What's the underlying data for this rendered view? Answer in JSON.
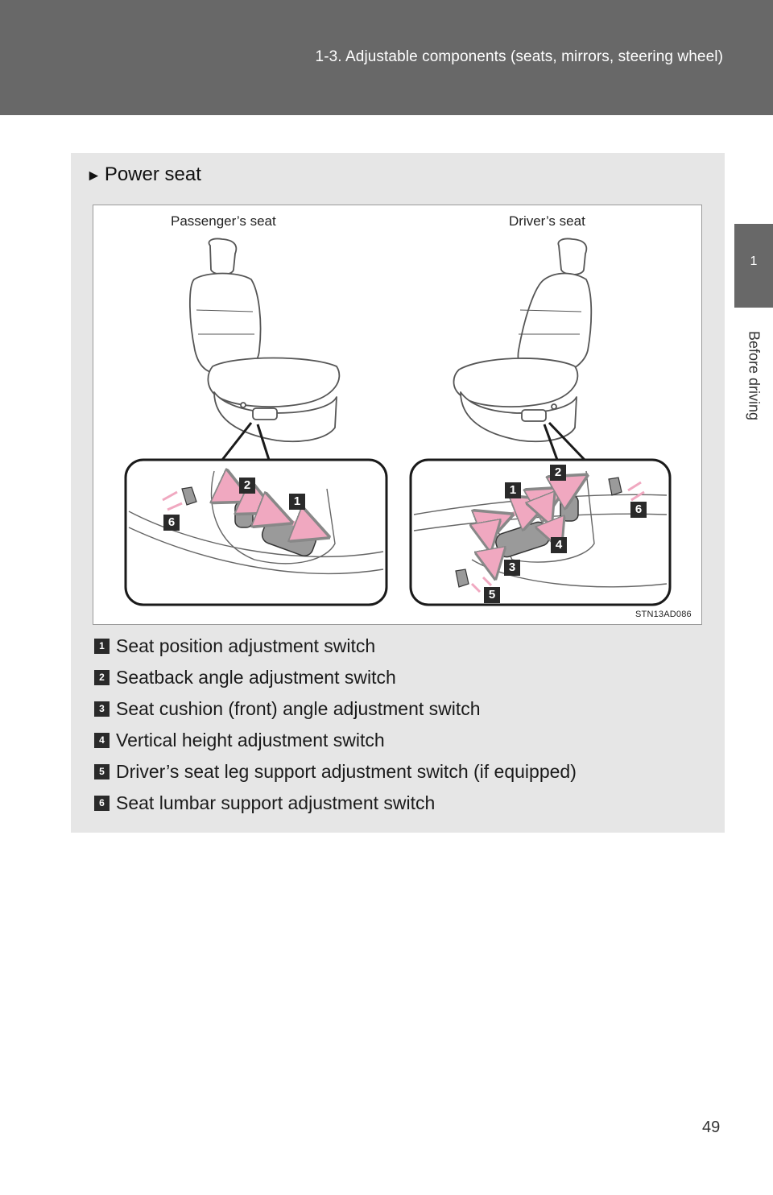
{
  "header": {
    "title": "1-3. Adjustable components (seats, mirrors, steering wheel)"
  },
  "side_tab": {
    "number": "1",
    "label": "Before driving"
  },
  "section": {
    "title": "Power seat"
  },
  "figure": {
    "left_label": "Passenger’s seat",
    "right_label": "Driver’s seat",
    "code": "STN13AD086",
    "callouts": {
      "passenger": [
        "2",
        "1",
        "6"
      ],
      "driver": [
        "2",
        "1",
        "6",
        "4",
        "3",
        "5"
      ]
    }
  },
  "legend": [
    {
      "number": "1",
      "text": "Seat position adjustment switch"
    },
    {
      "number": "2",
      "text": "Seatback angle adjustment switch"
    },
    {
      "number": "3",
      "text": "Seat cushion (front) angle adjustment switch"
    },
    {
      "number": "4",
      "text": "Vertical height adjustment switch"
    },
    {
      "number": "5",
      "text": "Driver’s seat leg support adjustment switch (if equipped)"
    },
    {
      "number": "6",
      "text": "Seat lumbar support adjustment switch"
    }
  ],
  "page": {
    "number": "49"
  },
  "colors": {
    "header_bg": "#686868",
    "panel_bg": "#e6e6e6",
    "arrow_pink": "#f0a8c0",
    "badge": "#2a2a2a"
  }
}
